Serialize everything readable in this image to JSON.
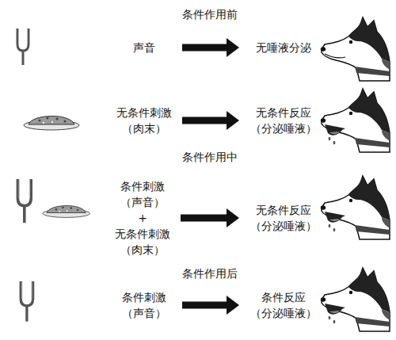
{
  "diagram": {
    "nodes": [
      {
        "text": [
          "声音"
        ]
      },
      {
        "text": [
          "无唾液分泌"
        ]
      },
      {
        "text": [
          "无条件刺激 （肉末）"
        ]
      },
      {
        "text": [
          "无条件反应 （分泌唾液）"
        ]
      },
      {
        "text": [
          "条件刺激 （声音）",
          "+",
          "无条件刺激 （肉末）"
        ]
      },
      {
        "text": [
          "无条件反应 （分泌唾液）"
        ]
      },
      {
        "text": [
          "条件刺激 （声音）"
        ]
      },
      {
        "text": [
          "条件反应 （分泌唾液）"
        ]
      }
    ],
    "edges": [
      {
        "from": 0,
        "to": 1,
        "arrow": "to"
      },
      {
        "from": 2,
        "to": 3,
        "arrow": "to"
      },
      {
        "from": 4,
        "to": 5,
        "arrow": "to"
      },
      {
        "from": 6,
        "to": 7,
        "arrow": "to"
      }
    ],
    "labels": [
      "条件作用前",
      "条件作用中",
      "条件作用后"
    ]
  }
}
